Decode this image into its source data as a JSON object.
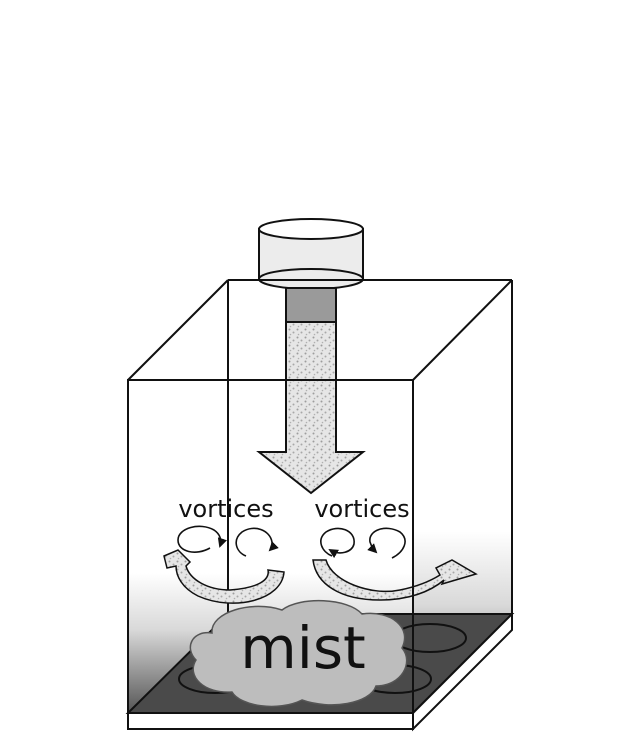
{
  "labels": {
    "vortices_left": "vortices",
    "vortices_right": "vortices",
    "mist": "mist"
  },
  "colors": {
    "stroke": "#111111",
    "cap": "#e8e8e8",
    "nozzle": "#9a9a9a",
    "spray": "#d8d8d8",
    "mist_cloud": "#b9b9b9",
    "floor": "#444444"
  }
}
